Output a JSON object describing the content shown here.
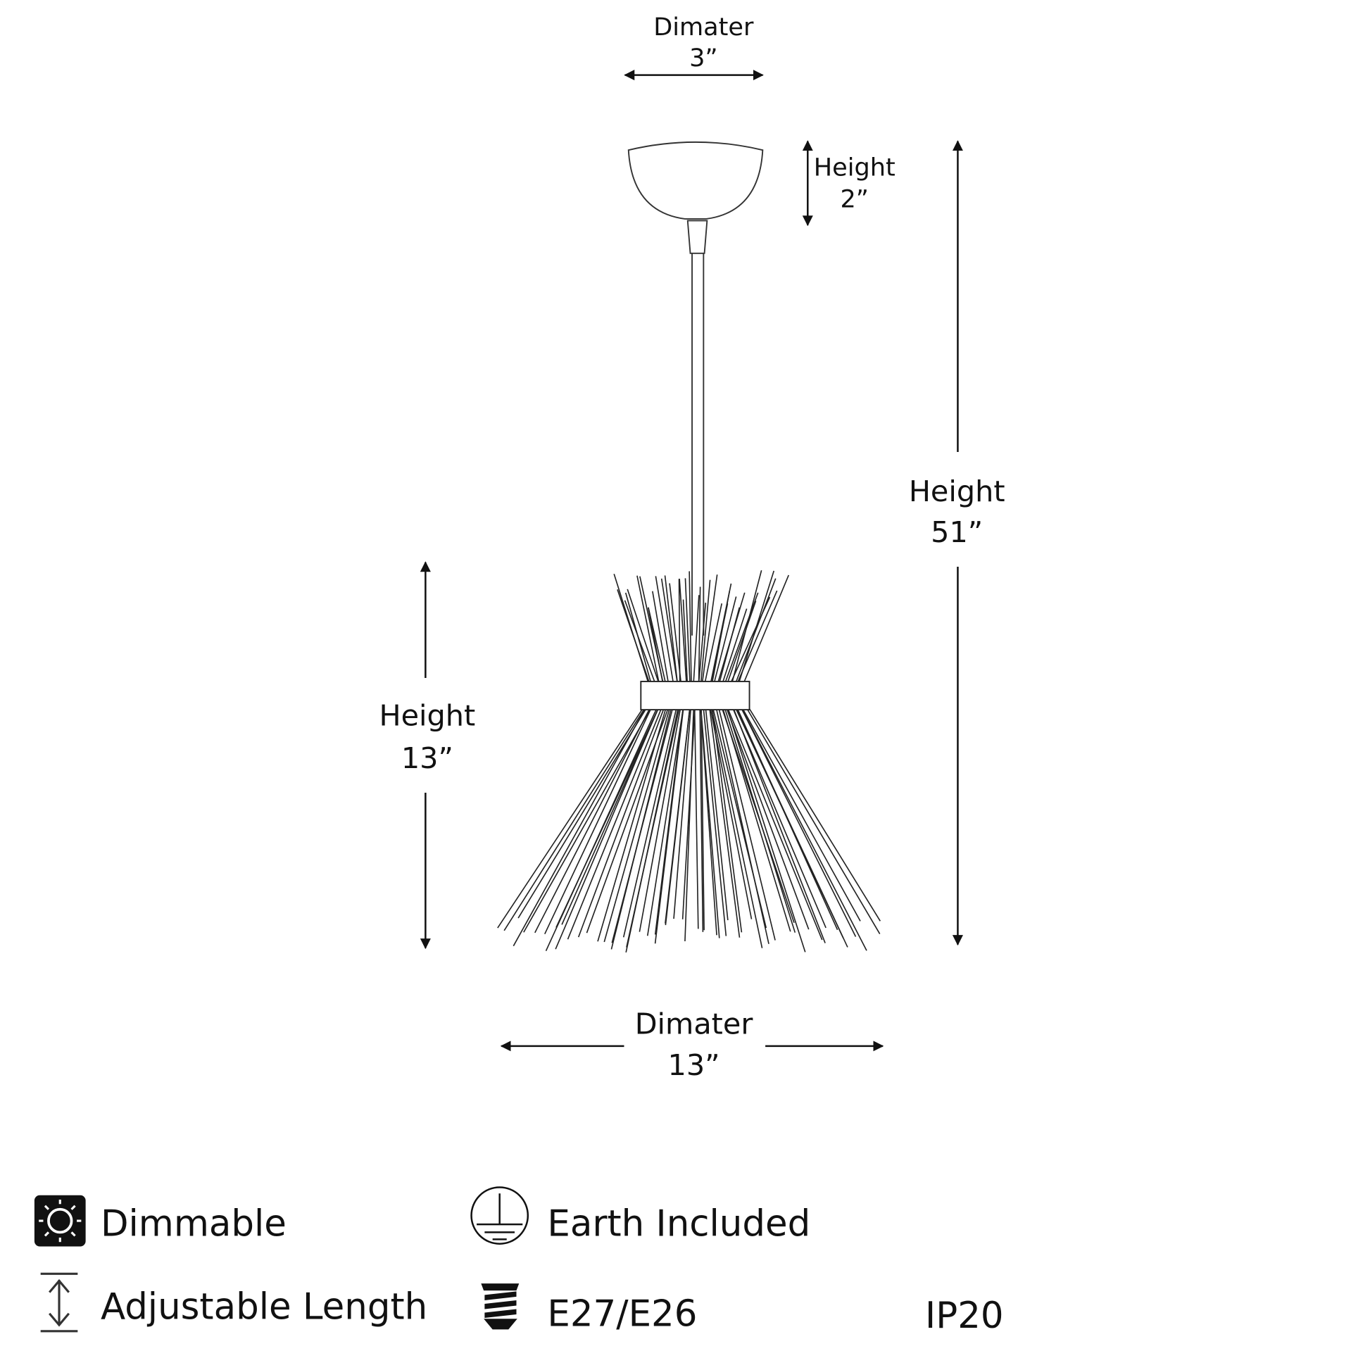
{
  "dimensions": {
    "canopy_diameter": {
      "label": "Dimater",
      "value": "3”"
    },
    "canopy_height": {
      "label": "Height",
      "value": "2”"
    },
    "total_height": {
      "label": "Height",
      "value": "51”"
    },
    "shade_height": {
      "label": "Height",
      "value": "13”"
    },
    "shade_diameter": {
      "label": "Dimater",
      "value": "13”"
    }
  },
  "features": [
    {
      "icon": "dimmable-icon",
      "label": "Dimmable"
    },
    {
      "icon": "earth-ground-icon",
      "label": "Earth Included"
    },
    {
      "icon": "adjustable-length-icon",
      "label": "Adjustable Length"
    },
    {
      "icon": "bulb-socket-icon",
      "label": "E27/E26"
    },
    {
      "label": "IP20"
    }
  ],
  "colors": {
    "ink": "#111111",
    "background": "#ffffff"
  }
}
